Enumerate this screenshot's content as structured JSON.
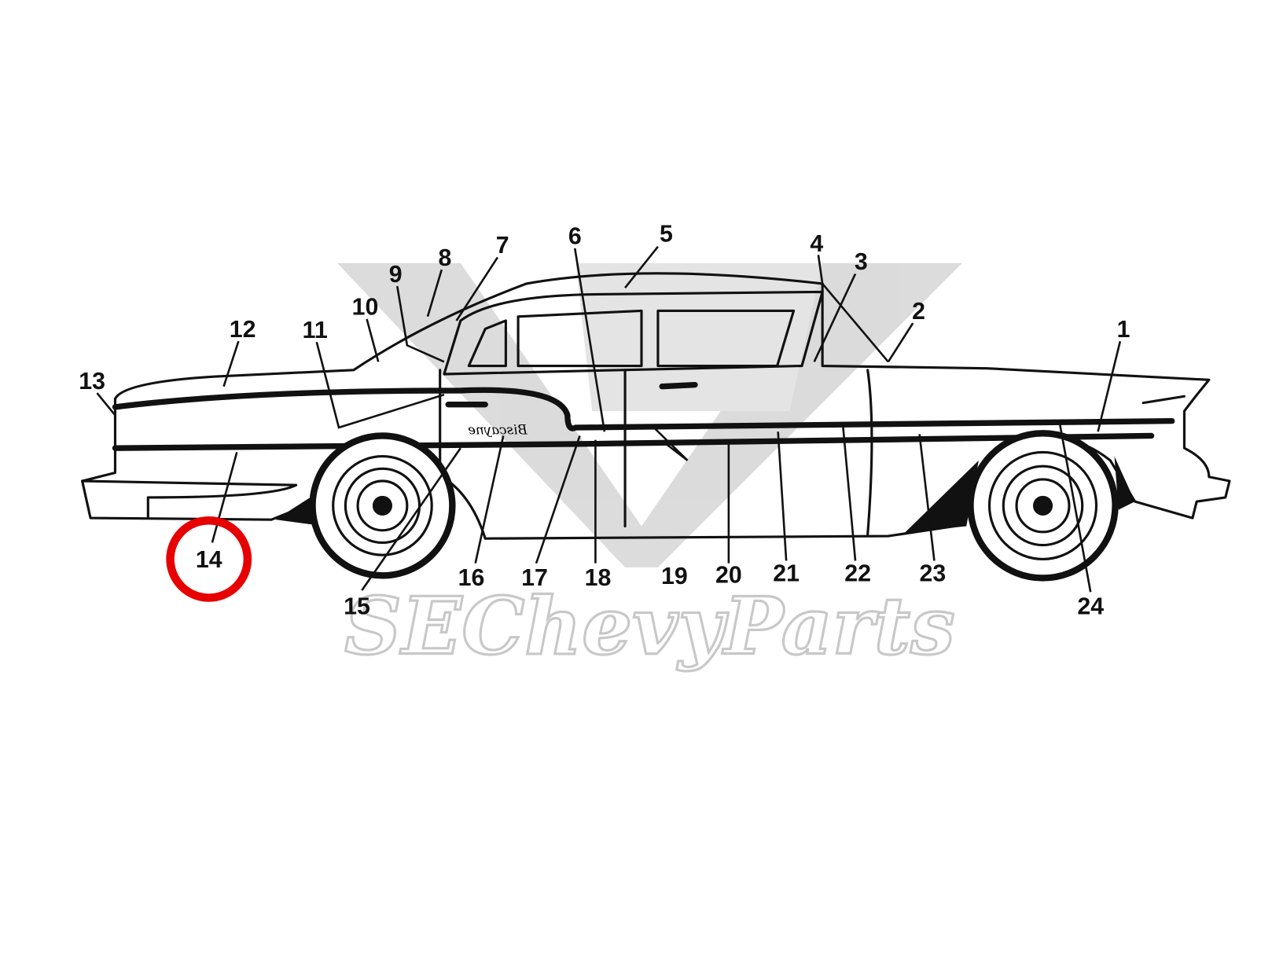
{
  "diagram": {
    "callouts": [
      "1",
      "2",
      "3",
      "4",
      "5",
      "6",
      "7",
      "8",
      "9",
      "10",
      "11",
      "12",
      "13",
      "14",
      "15",
      "16",
      "17",
      "18",
      "19",
      "20",
      "21",
      "22",
      "23",
      "24"
    ],
    "highlighted_callout": "14",
    "highlight_color": "#e60000",
    "script_emblem": "Biscayne",
    "watermark": "SEChevyParts"
  }
}
